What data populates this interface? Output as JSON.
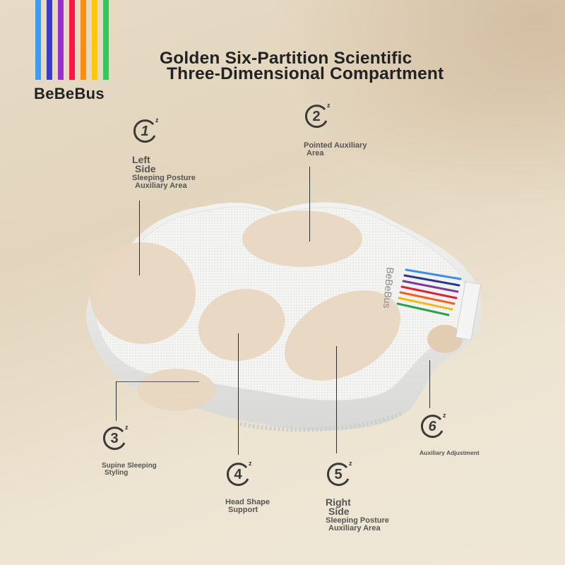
{
  "brand": {
    "name": "BeBeBus",
    "bar_colors": [
      "#3e9bf5",
      "#3a3bc8",
      "#9632c8",
      "#ff1446",
      "#ff8c0a",
      "#ffc800",
      "#32c85a"
    ]
  },
  "title": {
    "line1": "Golden Six-Partition Scientific",
    "line2": "Three-Dimensional Compartment"
  },
  "callouts": [
    {
      "number": "1",
      "lines": [
        "Left",
        "Side",
        "Sleeping Posture",
        "Auxiliary Area"
      ]
    },
    {
      "number": "2",
      "lines": [
        "Pointed Auxiliary",
        "Area"
      ]
    },
    {
      "number": "3",
      "lines": [
        "Supine Sleeping",
        "Styling"
      ]
    },
    {
      "number": "4",
      "lines": [
        "Head Shape",
        "Support"
      ]
    },
    {
      "number": "5",
      "lines": [
        "Right",
        "Side",
        "Sleeping Posture",
        "Auxiliary Area"
      ]
    },
    {
      "number": "6",
      "lines": [
        "Auxiliary Adjustment"
      ]
    }
  ],
  "badge_suffix": "z",
  "pillow": {
    "brand_print": "BeBeBus",
    "stripe_colors": [
      "#3e8ee8",
      "#2a3a8a",
      "#7a3a9a",
      "#e0203a",
      "#f26020",
      "#f2b818",
      "#2aa050"
    ],
    "fabric_color": "#f6f6f4",
    "zone_color": "#e8d6c0"
  },
  "colors": {
    "background": "#e7dbc6",
    "title_text": "#222222",
    "label_text": "#555555"
  }
}
